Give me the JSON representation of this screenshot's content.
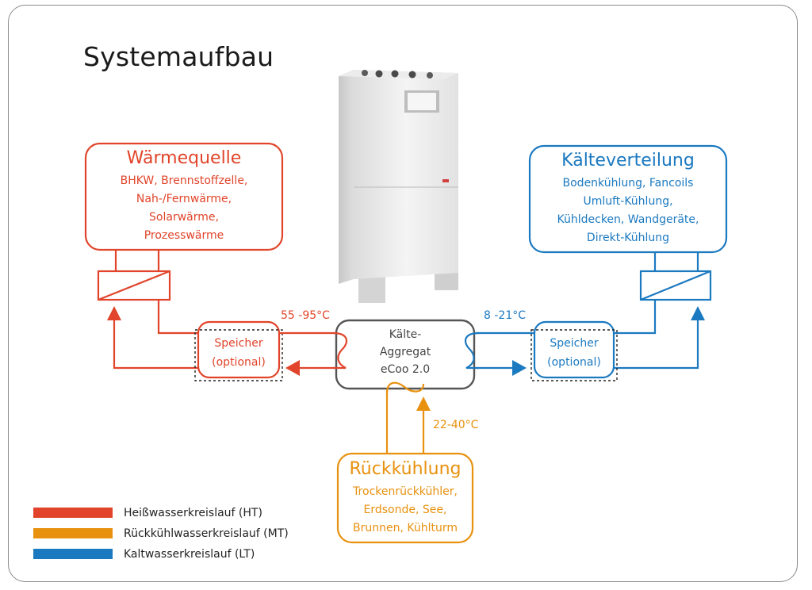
{
  "title": "Systemaufbau",
  "colors": {
    "hot": "#e1442a",
    "cold": "#1b79c0",
    "mid": "#e8910f",
    "unit": "#555555"
  },
  "heat_source": {
    "heading": "Wärmequelle",
    "lines": [
      "BHKW, Brennstoffzelle,",
      "Nah-/Fernwärme,",
      "Solarwärme,",
      "Prozesswärme"
    ]
  },
  "cold_distribution": {
    "heading": "Kälteverteilung",
    "lines": [
      "Bodenkühlung, Fancoils",
      "Umluft-Kühlung,",
      "Kühldecken, Wandgeräte,",
      "Direkt-Kühlung"
    ]
  },
  "recooling": {
    "heading": "Rückkühlung",
    "lines": [
      "Trockenrückkühler,",
      "Erdsonde, See,",
      "Brunnen, Kühlturm"
    ]
  },
  "storage_hot": {
    "line1": "Speicher",
    "line2": "(optional)"
  },
  "storage_cold": {
    "line1": "Speicher",
    "line2": "(optional)"
  },
  "unit": {
    "line1": "Kälte-",
    "line2": "Aggregat",
    "line3": "eCoo 2.0"
  },
  "temps": {
    "hot": "55 -95°C",
    "cold": "8 -21°C",
    "mid": "22-40°C"
  },
  "legend": [
    {
      "label": "Heißwasserkreislauf (HT)",
      "color": "#e1442a"
    },
    {
      "label": "Rückkühlwasserkreislauf (MT)",
      "color": "#e8910f"
    },
    {
      "label": "Kaltwasserkreislauf (LT)",
      "color": "#1b79c0"
    }
  ]
}
